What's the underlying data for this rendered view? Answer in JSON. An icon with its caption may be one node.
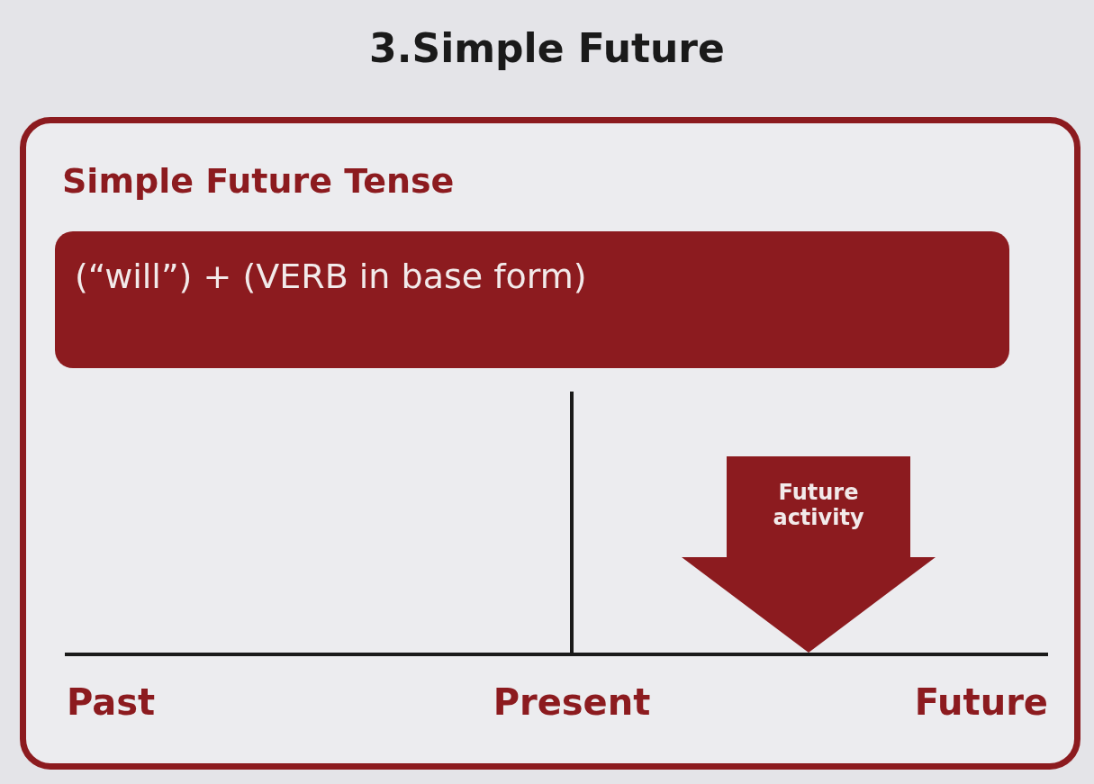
{
  "diagram": {
    "title": "3.Simple Future",
    "nodes": [
      {
        "text": [
          "Simple Future Tense"
        ]
      },
      {
        "text": [
          "(“will”) + (VERB in base form)"
        ],
        "in": 0
      },
      {
        "text": [
          "Future activity"
        ],
        "in": 0
      }
    ],
    "labels": [
      "Past",
      "Present",
      "Future"
    ]
  }
}
